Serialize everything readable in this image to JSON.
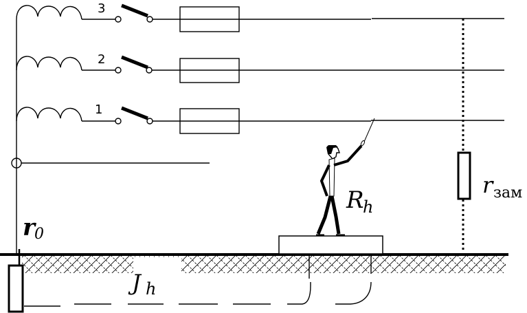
{
  "diagram": {
    "title": "",
    "phases": [
      {
        "id": "3",
        "label": "3"
      },
      {
        "id": "2",
        "label": "2"
      },
      {
        "id": "1",
        "label": "1"
      }
    ],
    "labels": {
      "neutral_resistance": "r",
      "neutral_resistance_sub": "0",
      "human_resistance": "R",
      "human_resistance_sub": "h",
      "fault_resistance": "r",
      "fault_resistance_sub": "зам",
      "current": "J",
      "current_sub": "h"
    },
    "colors": {
      "line": "#000000",
      "background": "#ffffff"
    }
  }
}
